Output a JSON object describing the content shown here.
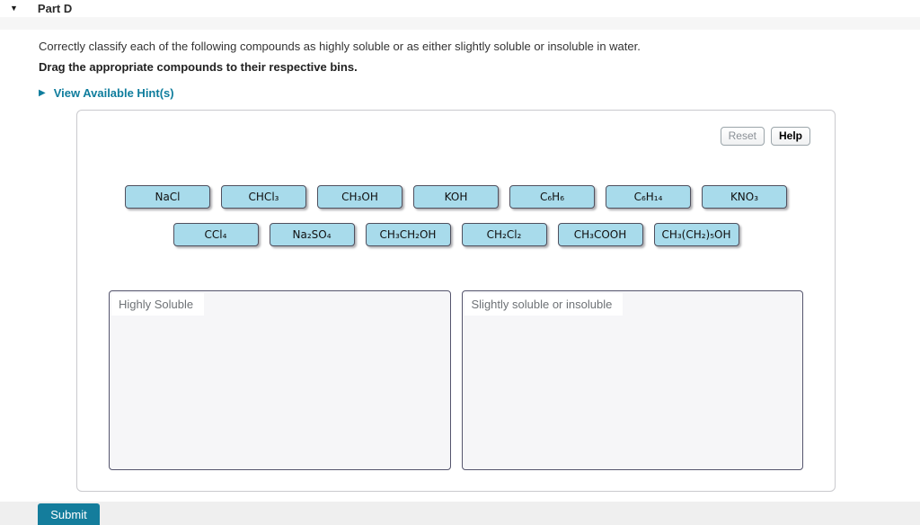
{
  "part": {
    "title": "Part D",
    "collapse_icon": "caret-down",
    "caret_glyph": "▼"
  },
  "instructions": {
    "line1": "Correctly classify each of the following compounds as highly soluble or as either slightly soluble or insoluble in water.",
    "line2": "Drag the appropriate compounds to their respective bins."
  },
  "hints": {
    "triangle_glyph": "▶",
    "label": "View Available Hint(s)"
  },
  "activity": {
    "toolbar": {
      "reset_label": "Reset",
      "help_label": "Help"
    },
    "chips_row1": [
      "NaCl",
      "CHCl₃",
      "CH₃OH",
      "KOH",
      "C₆H₆",
      "C₆H₁₄",
      "KNO₃"
    ],
    "chips_row2": [
      "CCl₄",
      "Na₂SO₄",
      "CH₃CH₂OH",
      "CH₂Cl₂",
      "CH₃COOH",
      "CH₃(CH₂)₅OH"
    ],
    "bins": [
      {
        "label": "Highly Soluble"
      },
      {
        "label": "Slightly soluble or insoluble"
      }
    ]
  },
  "footer": {
    "submit_label": "Submit"
  },
  "colors": {
    "accent_teal": "#147d9c",
    "link_teal": "#0f7d9d",
    "chip_fill": "#a8dbeb",
    "chip_border": "#50505e",
    "bin_border": "#55556d",
    "bin_fill": "#f6f6f8",
    "strip_gray": "#f6f6f6",
    "footer_gray": "#efefef"
  }
}
